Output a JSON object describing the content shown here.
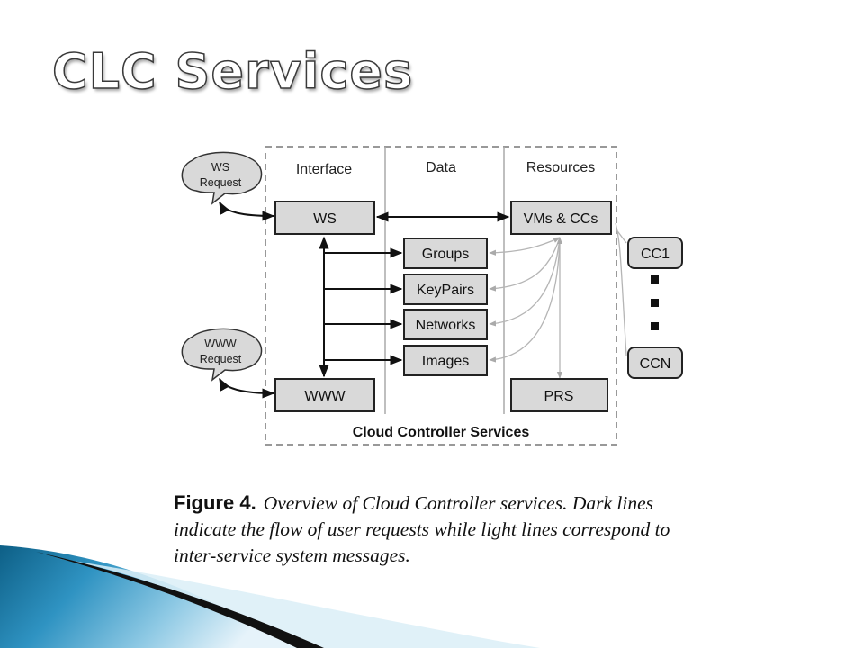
{
  "slide": {
    "title": "CLC Services"
  },
  "diagram": {
    "columns": {
      "interface": "Interface",
      "data": "Data",
      "resources": "Resources"
    },
    "requests": {
      "ws_line1": "WS",
      "ws_line2": "Request",
      "www_line1": "WWW",
      "www_line2": "Request"
    },
    "boxes": {
      "ws": "WS",
      "www": "WWW",
      "groups": "Groups",
      "keypairs": "KeyPairs",
      "networks": "Networks",
      "images": "Images",
      "vms_ccs": "VMs & CCs",
      "prs": "PRS",
      "cc1": "CC1",
      "ccn": "CCN"
    },
    "container_label": "Cloud Controller Services"
  },
  "caption": {
    "label": "Figure 4.",
    "text": "Overview of Cloud Controller services. Dark lines indicate the flow of user requests while light lines correspond to inter-service system messages."
  }
}
